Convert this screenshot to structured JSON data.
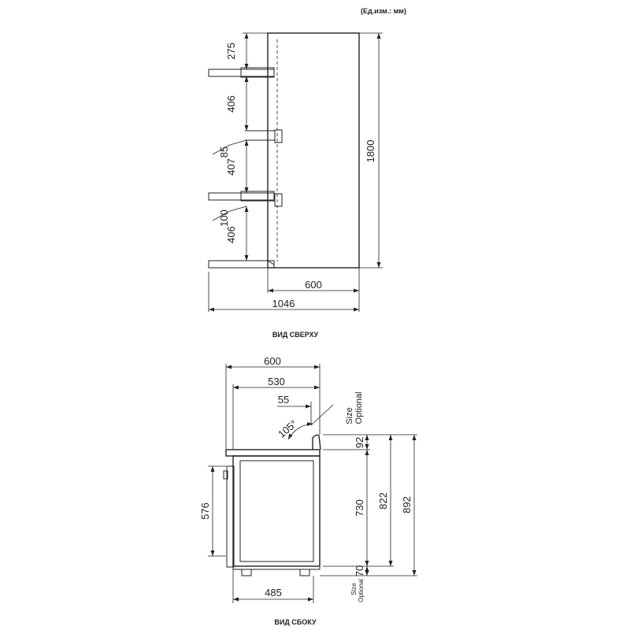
{
  "units_label": "(Ед.изм.: мм)",
  "top_view": {
    "caption": "ВИД СВЕРХУ",
    "dims": {
      "d275": "275",
      "d406a": "406",
      "d85": "85",
      "d407": "407",
      "d100": "100",
      "d406b": "406",
      "d1800": "1800",
      "d600": "600",
      "d1046": "1046"
    }
  },
  "side_view": {
    "caption": "ВИД СБОКУ",
    "dims": {
      "d600": "600",
      "d530": "530",
      "d55": "55",
      "angle": "105°",
      "size": "Size",
      "optional": "Optional",
      "d92": "92",
      "d730": "730",
      "d822": "822",
      "d892": "892",
      "d576": "576",
      "d70": "70",
      "d485": "485",
      "size_small": "Size",
      "optional_small": "Optional"
    }
  }
}
